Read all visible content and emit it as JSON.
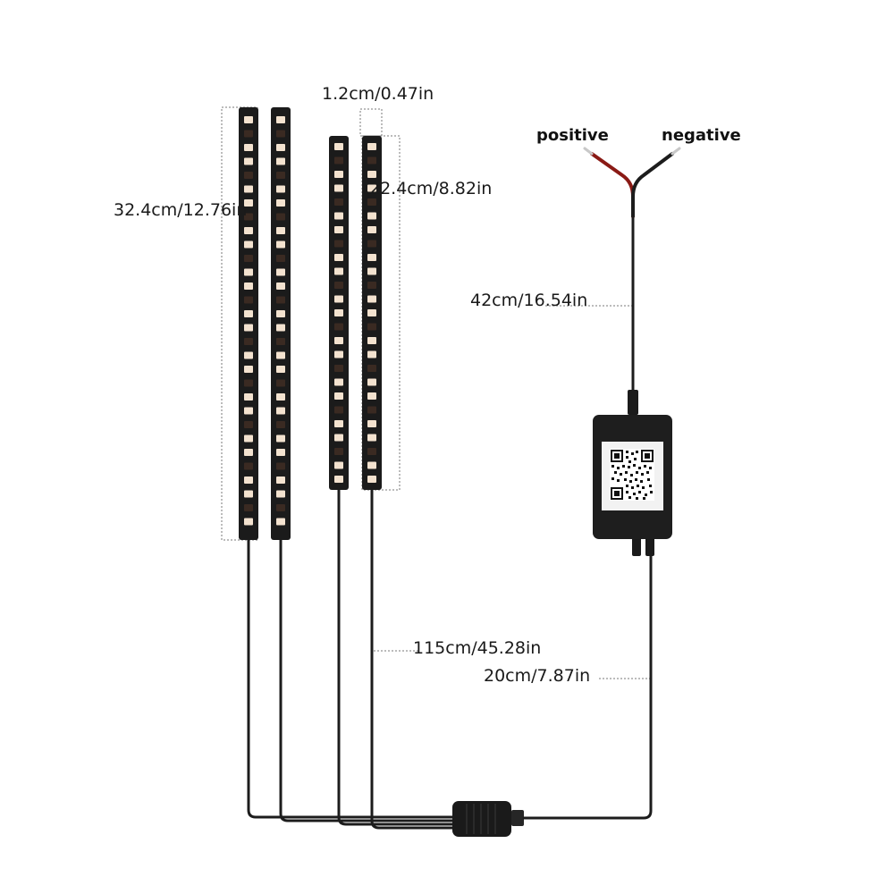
{
  "labels": {
    "width": "1.2cm/0.47in",
    "long_strip_length": "32.4cm/12.76in",
    "short_strip_length": "22.4cm/8.82in",
    "power_cable_length": "42cm/16.54in",
    "strip_cable_length": "115cm/45.28in",
    "controller_cable_length": "20cm/7.87in",
    "positive": "positive",
    "negative": "negative"
  },
  "colors": {
    "strip_body": "#1b1b1b",
    "led": "#f3e2cf",
    "led_dark": "#3a2a22",
    "cable": "#1c1c1c",
    "positive_wire": "#b3261e",
    "wire_tip": "#c8c8c8",
    "controller": "#1e1e1e",
    "background": "#ffffff"
  },
  "icons": {
    "qr_code": "qr-code-icon"
  }
}
